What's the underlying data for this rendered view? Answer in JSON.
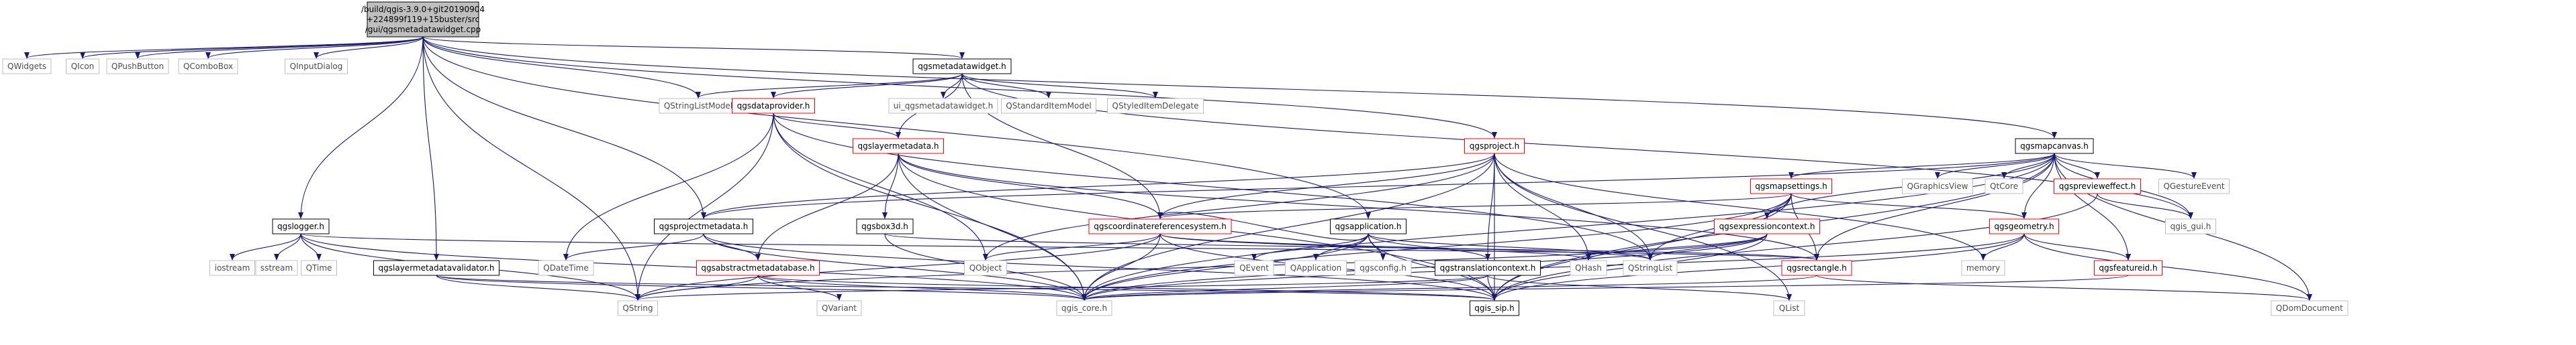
{
  "graph": {
    "root_lines": [
      "/build/qgis-3.9.0+git20190904",
      "+224899f119+15buster/src",
      "/gui/qgsmetadatawidget.cpp"
    ],
    "colors": {
      "edge": "#191970",
      "root_fill": "#bfbfbf",
      "root_border": "#000000",
      "node_fill": "#ffffff",
      "documented_border": "#000000",
      "undocumented_border": "#ff0000",
      "external_border": "#bfbfbf",
      "external_text": "#4d4d4d"
    },
    "nodes": [
      {
        "id": "qwidgets",
        "label": "QWidgets",
        "kind": "external"
      },
      {
        "id": "qicon",
        "label": "QIcon",
        "kind": "external"
      },
      {
        "id": "qpushbutton",
        "label": "QPushButton",
        "kind": "external"
      },
      {
        "id": "qcombobox",
        "label": "QComboBox",
        "kind": "external"
      },
      {
        "id": "qinputdialog",
        "label": "QInputDialog",
        "kind": "external"
      },
      {
        "id": "qstringlistmodel",
        "label": "QStringListModel",
        "kind": "external"
      },
      {
        "id": "qgsmetadatawidget_h",
        "label": "qgsmetadatawidget.h",
        "kind": "documented"
      },
      {
        "id": "qgsdataprovider_h",
        "label": "qgsdataprovider.h",
        "kind": "undocumented"
      },
      {
        "id": "ui_qgsmetadatawidget_h",
        "label": "ui_qgsmetadatawidget.h",
        "kind": "external"
      },
      {
        "id": "qstandarditemmodel",
        "label": "QStandardItemModel",
        "kind": "external"
      },
      {
        "id": "qstyleditemdelegate",
        "label": "QStyledItemDelegate",
        "kind": "external"
      },
      {
        "id": "qgsmapcanvas_h",
        "label": "qgsmapcanvas.h",
        "kind": "documented"
      },
      {
        "id": "qgslayermetadata_h",
        "label": "qgslayermetadata.h",
        "kind": "undocumented"
      },
      {
        "id": "qgsproject_h",
        "label": "qgsproject.h",
        "kind": "undocumented"
      },
      {
        "id": "qgsmapsettings_h",
        "label": "qgsmapsettings.h",
        "kind": "undocumented"
      },
      {
        "id": "qgraphicsview",
        "label": "QGraphicsView",
        "kind": "external"
      },
      {
        "id": "qtcore",
        "label": "QtCore",
        "kind": "external"
      },
      {
        "id": "qgspreviewe_h",
        "label": "qgspreviewe­ffect.h",
        "kind": "undocumented"
      },
      {
        "id": "qgestureevent",
        "label": "QGestureEvent",
        "kind": "external"
      },
      {
        "id": "qgslogger_h",
        "label": "qgslogger.h",
        "kind": "documented"
      },
      {
        "id": "qgsprojectmetadata_h",
        "label": "qgsprojectmetadata.h",
        "kind": "documented"
      },
      {
        "id": "qgsbox3d_h",
        "label": "qgsbox3d.h",
        "kind": "documented"
      },
      {
        "id": "qgscoordinatereferencesystem_h",
        "label": "qgscoordinatereferencesystem.h",
        "kind": "undocumented"
      },
      {
        "id": "qgsapplication_h",
        "label": "qgsapplication.h",
        "kind": "documented"
      },
      {
        "id": "qgsexpressioncontext_h",
        "label": "qgsexpressioncontext.h",
        "kind": "undocumented"
      },
      {
        "id": "qgis_gui_h",
        "label": "qgis_gui.h",
        "kind": "external"
      },
      {
        "id": "qgsgeometry_h",
        "label": "qgsgeometry.h",
        "kind": "undocumented"
      },
      {
        "id": "iostream",
        "label": "iostream",
        "kind": "external"
      },
      {
        "id": "sstream",
        "label": "sstream",
        "kind": "external"
      },
      {
        "id": "qtime",
        "label": "QTime",
        "kind": "external"
      },
      {
        "id": "qgslayermetadatavalidator_h",
        "label": "qgslayermetadatavalidator.h",
        "kind": "documented"
      },
      {
        "id": "qdatetime",
        "label": "QDateTime",
        "kind": "external"
      },
      {
        "id": "qgsabstractmetadatabase_h",
        "label": "qgsabstractmetadatabase.h",
        "kind": "undocumented"
      },
      {
        "id": "qobject",
        "label": "QObject",
        "kind": "external"
      },
      {
        "id": "qevent",
        "label": "QEvent",
        "kind": "external"
      },
      {
        "id": "qapplication",
        "label": "QApplication",
        "kind": "external"
      },
      {
        "id": "qgsconfig_h",
        "label": "qgsconfig.h",
        "kind": "external"
      },
      {
        "id": "qgstranslationcontext_h",
        "label": "qgstranslationcontext.h",
        "kind": "documented"
      },
      {
        "id": "qhash",
        "label": "QHash",
        "kind": "external"
      },
      {
        "id": "qstringlist",
        "label": "QStringList",
        "kind": "external"
      },
      {
        "id": "qgsrectangle_h",
        "label": "qgsrectangle.h",
        "kind": "undocumented"
      },
      {
        "id": "memory",
        "label": "memory",
        "kind": "external"
      },
      {
        "id": "qgsfeatureid_h",
        "label": "qgsfeatureid.h",
        "kind": "undocumented"
      },
      {
        "id": "qstring",
        "label": "QString",
        "kind": "external"
      },
      {
        "id": "qvariant",
        "label": "QVariant",
        "kind": "external"
      },
      {
        "id": "qgis_core_h",
        "label": "qgis_core.h",
        "kind": "external"
      },
      {
        "id": "qgis_sip_h",
        "label": "qgis_sip.h",
        "kind": "documented"
      },
      {
        "id": "qlist",
        "label": "QList",
        "kind": "external"
      },
      {
        "id": "qdomdocument",
        "label": "QDomDocument",
        "kind": "external"
      }
    ],
    "edges": [
      [
        "root",
        "qwidgets"
      ],
      [
        "root",
        "qicon"
      ],
      [
        "root",
        "qpushbutton"
      ],
      [
        "root",
        "qcombobox"
      ],
      [
        "root",
        "qinputdialog"
      ],
      [
        "root",
        "qstringlistmodel"
      ],
      [
        "root",
        "qgsmetadatawidget_h"
      ],
      [
        "root",
        "qgsmapcanvas_h"
      ],
      [
        "root",
        "qgsproject_h"
      ],
      [
        "root",
        "qgslogger_h"
      ],
      [
        "root",
        "qgsprojectmetadata_h"
      ],
      [
        "root",
        "qgslayermetadatavalidator_h"
      ],
      [
        "root",
        "qgsapplication_h"
      ],
      [
        "root",
        "qstring"
      ],
      [
        "qgsmetadatawidget_h",
        "qstringlistmodel"
      ],
      [
        "qgsmetadatawidget_h",
        "qgsdataprovider_h"
      ],
      [
        "qgsmetadatawidget_h",
        "ui_qgsmetadatawidget_h"
      ],
      [
        "qgsmetadatawidget_h",
        "qstandarditemmodel"
      ],
      [
        "qgsmetadatawidget_h",
        "qstyleditemdelegate"
      ],
      [
        "qgsmetadatawidget_h",
        "qgslayermetadata_h"
      ],
      [
        "qgsmetadatawidget_h",
        "qgscoordinatereferencesystem_h"
      ],
      [
        "qgsmetadatawidget_h",
        "qgis_gui_h"
      ],
      [
        "qgsdataprovider_h",
        "qgslayermetadata_h"
      ],
      [
        "qgsdataprovider_h",
        "qdatetime"
      ],
      [
        "qgsdataprovider_h",
        "qobject"
      ],
      [
        "qgsdataprovider_h",
        "qstring"
      ],
      [
        "qgsdataprovider_h",
        "qstringlist"
      ],
      [
        "qgsdataprovider_h",
        "qgis_core_h"
      ],
      [
        "qgslayermetadata_h",
        "qgsabstractmetadatabase_h"
      ],
      [
        "qgslayermetadata_h",
        "qgsbox3d_h"
      ],
      [
        "qgslayermetadata_h",
        "qgscoordinatereferencesystem_h"
      ],
      [
        "qgslayermetadata_h",
        "qgis_core_h"
      ],
      [
        "qgslayermetadata_h",
        "qgis_sip_h"
      ],
      [
        "qgslayermetadata_h",
        "qgsrectangle_h"
      ],
      [
        "qgsmapcanvas_h",
        "qgsmapsettings_h"
      ],
      [
        "qgsmapcanvas_h",
        "qgraphicsview"
      ],
      [
        "qgsmapcanvas_h",
        "qtcore"
      ],
      [
        "qgsmapcanvas_h",
        "qgspreviewe_h"
      ],
      [
        "qgsmapcanvas_h",
        "qgestureevent"
      ],
      [
        "qgsmapcanvas_h",
        "qgis_gui_h"
      ],
      [
        "qgsmapcanvas_h",
        "qgsgeometry_h"
      ],
      [
        "qgsmapcanvas_h",
        "qgsfeatureid_h"
      ],
      [
        "qgsmapcanvas_h",
        "qgsexpressioncontext_h"
      ],
      [
        "qgsmapcanvas_h",
        "qgsrectangle_h"
      ],
      [
        "qgsmapcanvas_h",
        "qdomdocument"
      ],
      [
        "qgsmapcanvas_h",
        "qgis_sip_h"
      ],
      [
        "qgsmapcanvas_h",
        "qgsprojectmetadata_h"
      ],
      [
        "qgsmapcanvas_h",
        "qgis_core_h"
      ],
      [
        "qgsproject_h",
        "qgsprojectmetadata_h"
      ],
      [
        "qgsproject_h",
        "qgscoordinatereferencesystem_h"
      ],
      [
        "qgsproject_h",
        "qgstranslationcontext_h"
      ],
      [
        "qgsproject_h",
        "qobject"
      ],
      [
        "qgsproject_h",
        "qhash"
      ],
      [
        "qgsproject_h",
        "qstringlist"
      ],
      [
        "qgsproject_h",
        "qgis_core_h"
      ],
      [
        "qgsproject_h",
        "qgis_sip_h"
      ],
      [
        "qgsproject_h",
        "qlist"
      ],
      [
        "qgsproject_h",
        "memory"
      ],
      [
        "qgsmapsettings_h",
        "qgscoordinatereferencesystem_h"
      ],
      [
        "qgsmapsettings_h",
        "qgsexpressioncontext_h"
      ],
      [
        "qgsmapsettings_h",
        "qgsrectangle_h"
      ],
      [
        "qgsmapsettings_h",
        "qgsgeometry_h"
      ],
      [
        "qgsmapsettings_h",
        "qstringlist"
      ],
      [
        "qgsmapsettings_h",
        "qgis_core_h"
      ],
      [
        "qgsmapsettings_h",
        "qgis_sip_h"
      ],
      [
        "qgspreviewe_h",
        "qgis_gui_h"
      ],
      [
        "qgspreviewe_h",
        "qgis_sip_h"
      ],
      [
        "qgsgeometry_h",
        "memory"
      ],
      [
        "qgsgeometry_h",
        "qgsfeatureid_h"
      ],
      [
        "qgsgeometry_h",
        "qgis_core_h"
      ],
      [
        "qgsgeometry_h",
        "qgis_sip_h"
      ],
      [
        "qgsgeometry_h",
        "qdomdocument"
      ],
      [
        "qgslogger_h",
        "iostream"
      ],
      [
        "qgslogger_h",
        "sstream"
      ],
      [
        "qgslogger_h",
        "qtime"
      ],
      [
        "qgslogger_h",
        "qgis_core_h"
      ],
      [
        "qgslogger_h",
        "qstring"
      ],
      [
        "qgslogger_h",
        "qgsrectangle_h"
      ],
      [
        "qgsprojectmetadata_h",
        "qgsabstractmetadatabase_h"
      ],
      [
        "qgsprojectmetadata_h",
        "qdatetime"
      ],
      [
        "qgsprojectmetadata_h",
        "qgis_core_h"
      ],
      [
        "qgsprojectmetadata_h",
        "qgis_sip_h"
      ],
      [
        "qgsbox3d_h",
        "qgsrectangle_h"
      ],
      [
        "qgsbox3d_h",
        "qgis_core_h"
      ],
      [
        "qgscoordinatereferencesystem_h",
        "qobject"
      ],
      [
        "qgscoordinatereferencesystem_h",
        "qhash"
      ],
      [
        "qgscoordinatereferencesystem_h",
        "qstring"
      ],
      [
        "qgscoordinatereferencesystem_h",
        "qgis_core_h"
      ],
      [
        "qgscoordinatereferencesystem_h",
        "qgis_sip_h"
      ],
      [
        "qgscoordinatereferencesystem_h",
        "qstringlist"
      ],
      [
        "qgsapplication_h",
        "qevent"
      ],
      [
        "qgsapplication_h",
        "qapplication"
      ],
      [
        "qgsapplication_h",
        "qgsconfig_h"
      ],
      [
        "qgsapplication_h",
        "qgstranslationcontext_h"
      ],
      [
        "qgsapplication_h",
        "qstringlist"
      ],
      [
        "qgsapplication_h",
        "qgis_core_h"
      ],
      [
        "qgsapplication_h",
        "qgis_sip_h"
      ],
      [
        "qgsapplication_h",
        "qgscoordinatereferencesystem_h"
      ],
      [
        "qgsexpressioncontext_h",
        "qstringlist"
      ],
      [
        "qgsexpressioncontext_h",
        "qgis_core_h"
      ],
      [
        "qgsexpressioncontext_h",
        "qgis_sip_h"
      ],
      [
        "qgsexpressioncontext_h",
        "qhash"
      ],
      [
        "qgsexpressioncontext_h",
        "qstring"
      ],
      [
        "qgslayermetadatavalidator_h",
        "qgis_core_h"
      ],
      [
        "qgslayermetadatavalidator_h",
        "qgis_sip_h"
      ],
      [
        "qgslayermetadatavalidator_h",
        "qstring"
      ],
      [
        "qgsabstractmetadatabase_h",
        "qgis_core_h"
      ],
      [
        "qgsabstractmetadatabase_h",
        "qgis_sip_h"
      ],
      [
        "qgsabstractmetadatabase_h",
        "qstring"
      ],
      [
        "qgsabstractmetadatabase_h",
        "qvariant"
      ],
      [
        "qgstranslationcontext_h",
        "qgis_core_h"
      ],
      [
        "qgstranslationcontext_h",
        "qgis_sip_h"
      ],
      [
        "qgstranslationcontext_h",
        "qstring"
      ],
      [
        "qgstranslationcontext_h",
        "qlist"
      ],
      [
        "qgsrectangle_h",
        "qgis_core_h"
      ],
      [
        "qgsrectangle_h",
        "qdomdocument"
      ],
      [
        "qgsfeatureid_h",
        "qgis_core_h"
      ]
    ]
  }
}
